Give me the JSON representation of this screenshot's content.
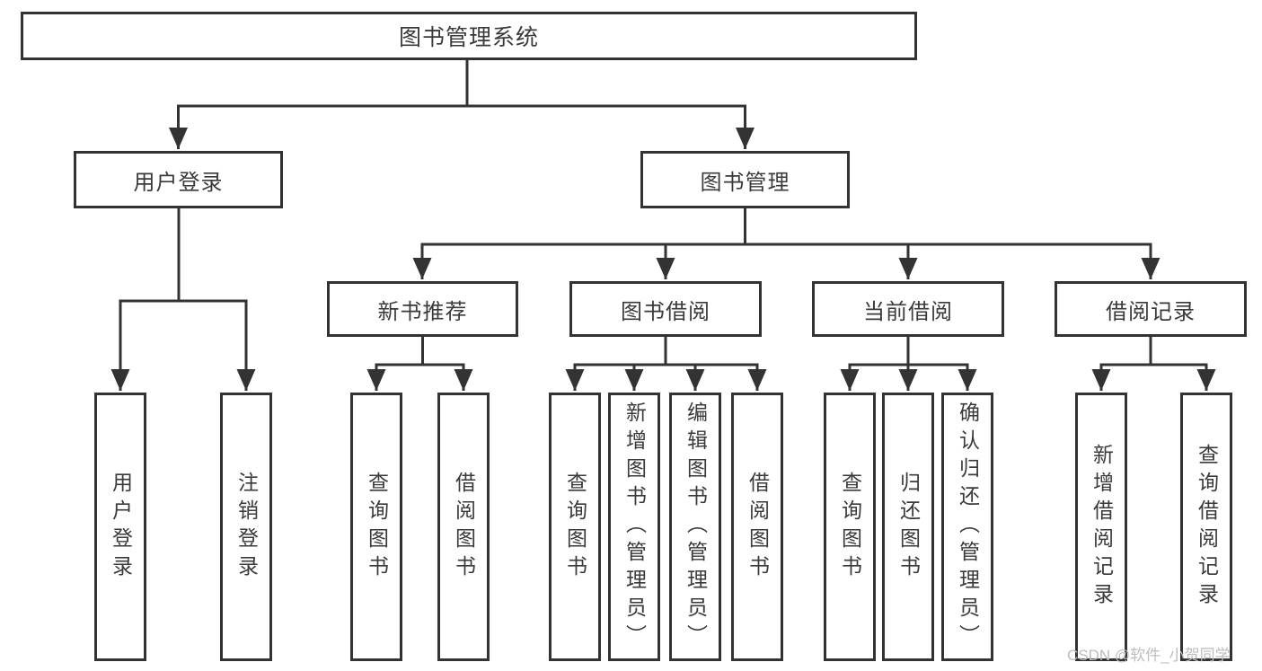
{
  "tree": {
    "label": "图书管理系统",
    "children": [
      {
        "label": "用户登录",
        "children": [
          {
            "label": "用户登录"
          },
          {
            "label": "注销登录"
          }
        ]
      },
      {
        "label": "图书管理",
        "children": [
          {
            "label": "新书推荐",
            "children": [
              {
                "label": "查询图书"
              },
              {
                "label": "借阅图书"
              }
            ]
          },
          {
            "label": "图书借阅",
            "children": [
              {
                "label": "查询图书"
              },
              {
                "label": "新增图书（管理员）"
              },
              {
                "label": "编辑图书（管理员）"
              },
              {
                "label": "借阅图书"
              }
            ]
          },
          {
            "label": "当前借阅",
            "children": [
              {
                "label": "查询图书"
              },
              {
                "label": "归还图书"
              },
              {
                "label": "确认归还（管理员）"
              }
            ]
          },
          {
            "label": "借阅记录",
            "children": [
              {
                "label": "新增借阅记录"
              },
              {
                "label": "查询借阅记录"
              }
            ]
          }
        ]
      }
    ]
  },
  "watermark": {
    "text": "CSDN @软件_小贺同学"
  },
  "colors": {
    "line": "#333333",
    "text": "#3a3a3a",
    "watermark": "#bdbdbd",
    "background": "#ffffff"
  }
}
